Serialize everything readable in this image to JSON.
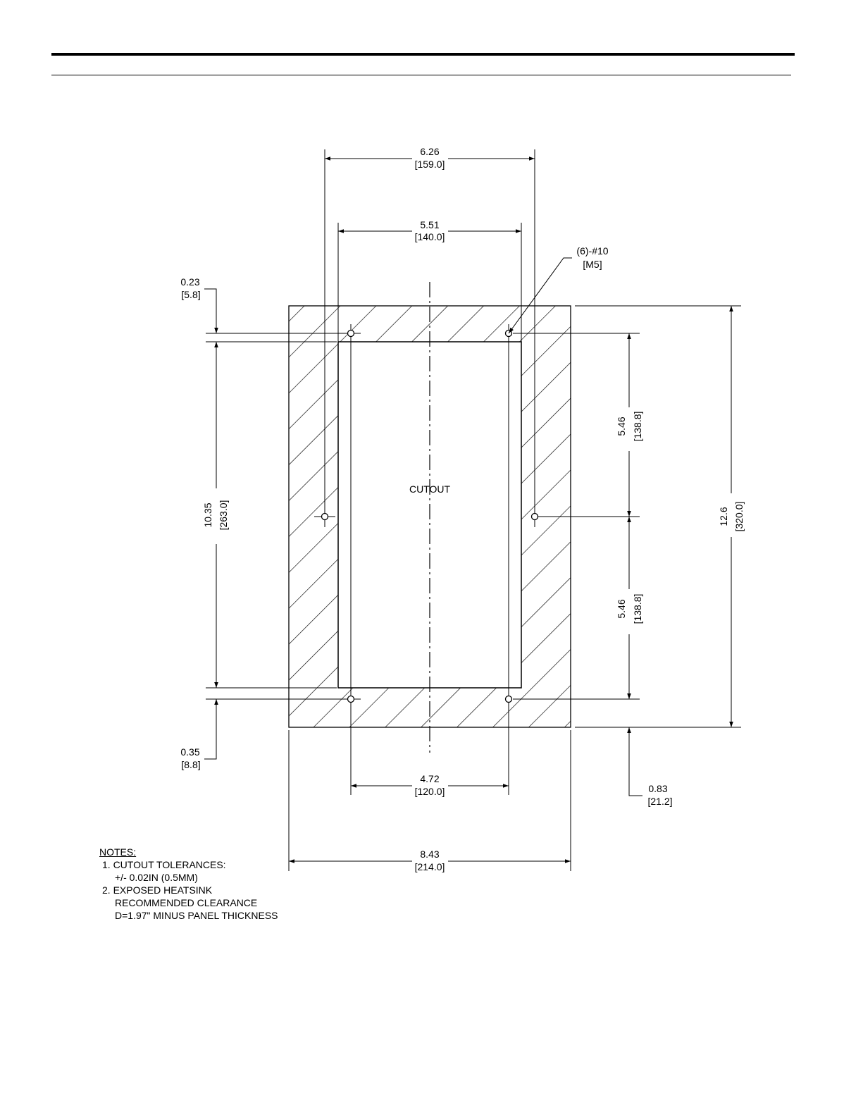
{
  "cutout_label": "CUTOUT",
  "screw_callout": {
    "count": "(6)-#10",
    "metric": "[M5]"
  },
  "dimensions": {
    "overall_hole_width": {
      "in": "6.26",
      "mm": "[159.0]"
    },
    "cutout_width": {
      "in": "5.51",
      "mm": "[140.0]"
    },
    "top_offset": {
      "in": "0.23",
      "mm": "[5.8]"
    },
    "cutout_height": {
      "in": "10.35",
      "mm": "[263.0]"
    },
    "upper_hole_spacing": {
      "in": "5.46",
      "mm": "[138.8]"
    },
    "lower_hole_spacing": {
      "in": "5.46",
      "mm": "[138.8]"
    },
    "overall_height": {
      "in": "12.6",
      "mm": "[320.0]"
    },
    "bottom_offset": {
      "in": "0.35",
      "mm": "[8.8]"
    },
    "bottom_hole_width": {
      "in": "4.72",
      "mm": "[120.0]"
    },
    "bottom_edge_offset": {
      "in": "0.83",
      "mm": "[21.2]"
    },
    "overall_width": {
      "in": "8.43",
      "mm": "[214.0]"
    }
  },
  "notes": {
    "header": "NOTES:",
    "line1": "1. CUTOUT TOLERANCES:",
    "line2": "+/- 0.02IN (0.5MM)",
    "line3": "2. EXPOSED HEATSINK",
    "line4": "RECOMMENDED CLEARANCE",
    "line5": "D=1.97\" MINUS PANEL THICKNESS"
  }
}
